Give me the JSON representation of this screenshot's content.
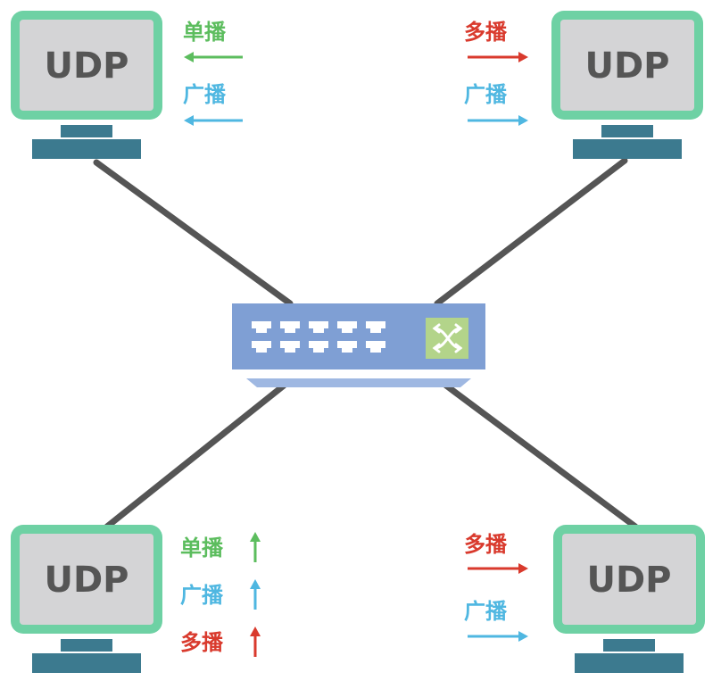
{
  "computers": [
    {
      "id": "top-left",
      "text": "UDP"
    },
    {
      "id": "top-right",
      "text": "UDP"
    },
    {
      "id": "bottom-left",
      "text": "UDP"
    },
    {
      "id": "bottom-right",
      "text": "UDP"
    }
  ],
  "labels": {
    "unicast": "单播",
    "broadcast": "广播",
    "multicast": "多播"
  },
  "colors": {
    "monitor_frame": "#6ed1a4",
    "monitor_screen": "#d4d4d6",
    "monitor_stand": "#3c7a8f",
    "cable": "#555555",
    "switch_body": "#7f9fd4",
    "switch_port": "#ffffff",
    "switch_module": "#b3d48a",
    "unicast": "#5cbd5e",
    "broadcast": "#4fb7e1",
    "multicast": "#d93a2d"
  },
  "icons": {
    "switch": "network-switch-icon",
    "arrow": "arrow-icon"
  }
}
